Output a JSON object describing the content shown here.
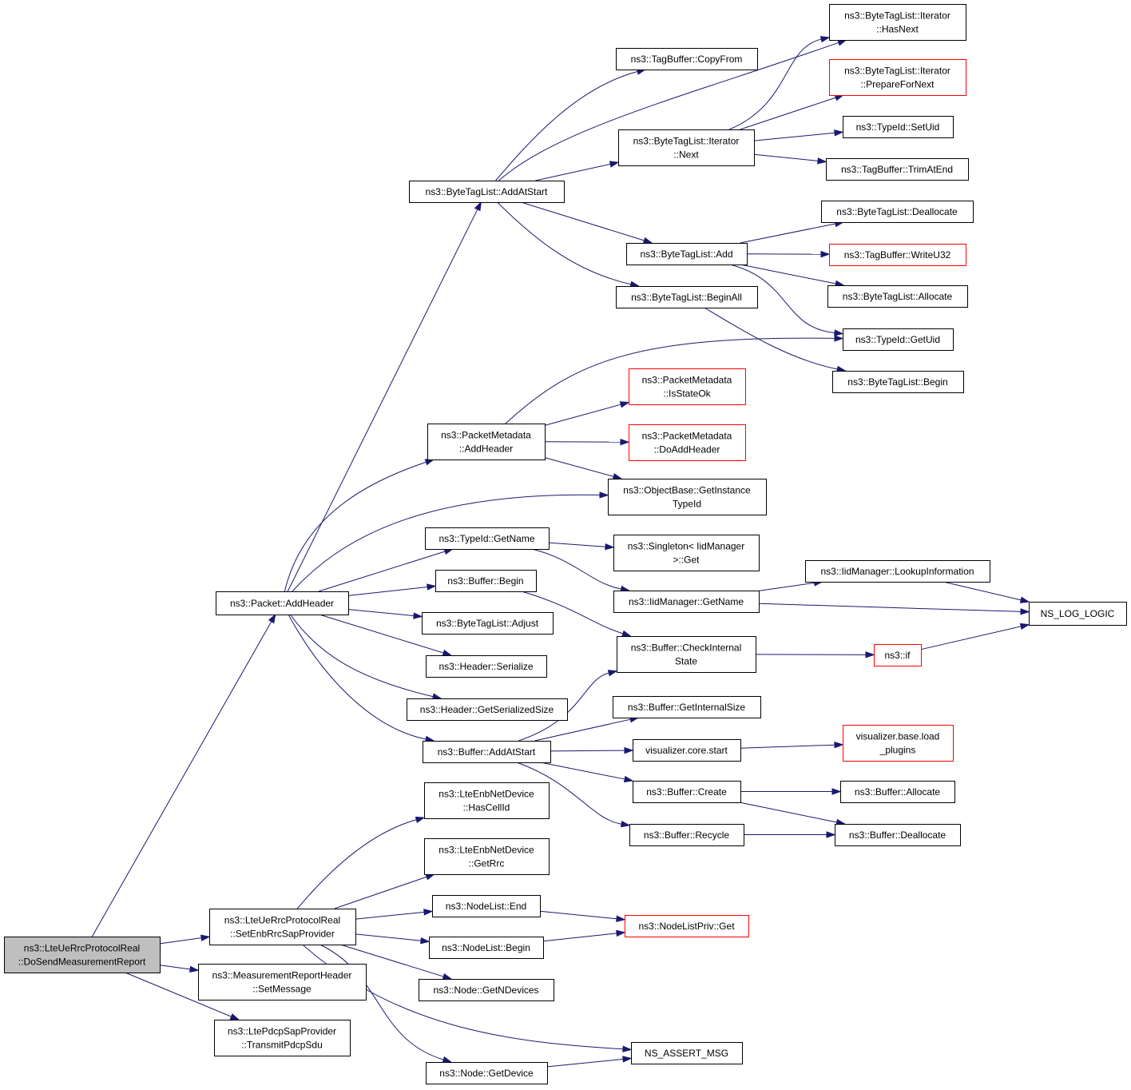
{
  "colors": {
    "edge": "#191970",
    "node_border": "#000000",
    "undocumented_border": "#ff0000",
    "root_fill": "#bfbfbf",
    "background": "#ffffff"
  },
  "nodes": [
    {
      "id": "root",
      "lines": [
        "ns3::LteUeRrcProtocolReal",
        "::DoSendMeasurementReport"
      ],
      "root": true
    },
    {
      "id": "packet_addheader",
      "lines": [
        "ns3::Packet::AddHeader"
      ]
    },
    {
      "id": "setenb",
      "lines": [
        "ns3::LteUeRrcProtocolReal",
        "::SetEnbRrcSapProvider"
      ]
    },
    {
      "id": "measreport",
      "lines": [
        "ns3::MeasurementReportHeader",
        "::SetMessage"
      ]
    },
    {
      "id": "transmitpdcp",
      "lines": [
        "ns3::LtePdcpSapProvider",
        "::TransmitPdcpSdu"
      ]
    },
    {
      "id": "btl_addatstart",
      "lines": [
        "ns3::ByteTagList::AddAtStart"
      ]
    },
    {
      "id": "tagbuffer_copyfrom",
      "lines": [
        "ns3::TagBuffer::CopyFrom"
      ]
    },
    {
      "id": "btl_iter_next",
      "lines": [
        "ns3::ByteTagList::Iterator",
        "::Next"
      ]
    },
    {
      "id": "btl_add",
      "lines": [
        "ns3::ByteTagList::Add"
      ]
    },
    {
      "id": "btl_beginall",
      "lines": [
        "ns3::ByteTagList::BeginAll"
      ]
    },
    {
      "id": "btl_iter_hasnext",
      "lines": [
        "ns3::ByteTagList::Iterator",
        "::HasNext"
      ]
    },
    {
      "id": "btl_iter_prepare",
      "lines": [
        "ns3::ByteTagList::Iterator",
        "::PrepareForNext"
      ],
      "red": true
    },
    {
      "id": "typeid_setuid",
      "lines": [
        "ns3::TypeId::SetUid"
      ]
    },
    {
      "id": "tagbuffer_trimatend",
      "lines": [
        "ns3::TagBuffer::TrimAtEnd"
      ]
    },
    {
      "id": "btl_deallocate",
      "lines": [
        "ns3::ByteTagList::Deallocate"
      ]
    },
    {
      "id": "tagbuffer_writeu32",
      "lines": [
        "ns3::TagBuffer::WriteU32"
      ],
      "red": true
    },
    {
      "id": "btl_allocate",
      "lines": [
        "ns3::ByteTagList::Allocate"
      ]
    },
    {
      "id": "typeid_getuid",
      "lines": [
        "ns3::TypeId::GetUid"
      ]
    },
    {
      "id": "btl_begin",
      "lines": [
        "ns3::ByteTagList::Begin"
      ]
    },
    {
      "id": "pm_addheader",
      "lines": [
        "ns3::PacketMetadata",
        "::AddHeader"
      ]
    },
    {
      "id": "pm_isstateok",
      "lines": [
        "ns3::PacketMetadata",
        "::IsStateOk"
      ],
      "red": true
    },
    {
      "id": "pm_doaddheader",
      "lines": [
        "ns3::PacketMetadata",
        "::DoAddHeader"
      ],
      "red": true
    },
    {
      "id": "objectbase_getinstancetypeid",
      "lines": [
        "ns3::ObjectBase::GetInstance",
        "TypeId"
      ]
    },
    {
      "id": "typeid_getname",
      "lines": [
        "ns3::TypeId::GetName"
      ]
    },
    {
      "id": "singleton_get",
      "lines": [
        "ns3::Singleton< IidManager",
        ">::Get"
      ]
    },
    {
      "id": "iidmanager_getname",
      "lines": [
        "ns3::IidManager::GetName"
      ]
    },
    {
      "id": "iidmanager_lookup",
      "lines": [
        "ns3::IidManager::LookupInformation"
      ]
    },
    {
      "id": "ns_log_logic",
      "lines": [
        "NS_LOG_LOGIC"
      ]
    },
    {
      "id": "buffer_begin",
      "lines": [
        "ns3::Buffer::Begin"
      ]
    },
    {
      "id": "btl_adjust",
      "lines": [
        "ns3::ByteTagList::Adjust"
      ]
    },
    {
      "id": "header_serialize",
      "lines": [
        "ns3::Header::Serialize"
      ]
    },
    {
      "id": "header_getserializedsize",
      "lines": [
        "ns3::Header::GetSerializedSize"
      ]
    },
    {
      "id": "buffer_checkinternalstate",
      "lines": [
        "ns3::Buffer::CheckInternal",
        "State"
      ]
    },
    {
      "id": "ns3_if",
      "lines": [
        "ns3::if"
      ],
      "red": true
    },
    {
      "id": "buffer_getinternalsize",
      "lines": [
        "ns3::Buffer::GetInternalSize"
      ]
    },
    {
      "id": "buffer_addatstart",
      "lines": [
        "ns3::Buffer::AddAtStart"
      ]
    },
    {
      "id": "visualizer_core_start",
      "lines": [
        "visualizer.core.start"
      ]
    },
    {
      "id": "visualizer_base_load",
      "lines": [
        "visualizer.base.load",
        "_plugins"
      ],
      "red": true
    },
    {
      "id": "buffer_create",
      "lines": [
        "ns3::Buffer::Create"
      ]
    },
    {
      "id": "buffer_allocate",
      "lines": [
        "ns3::Buffer::Allocate"
      ]
    },
    {
      "id": "buffer_recycle",
      "lines": [
        "ns3::Buffer::Recycle"
      ]
    },
    {
      "id": "buffer_deallocate",
      "lines": [
        "ns3::Buffer::Deallocate"
      ]
    },
    {
      "id": "lteenb_hascellid",
      "lines": [
        "ns3::LteEnbNetDevice",
        "::HasCellId"
      ]
    },
    {
      "id": "lteenb_getrrc",
      "lines": [
        "ns3::LteEnbNetDevice",
        "::GetRrc"
      ]
    },
    {
      "id": "nodelist_end",
      "lines": [
        "ns3::NodeList::End"
      ]
    },
    {
      "id": "nodelistpriv_get",
      "lines": [
        "ns3::NodeListPriv::Get"
      ],
      "red": true
    },
    {
      "id": "nodelist_begin",
      "lines": [
        "ns3::NodeList::Begin"
      ]
    },
    {
      "id": "node_getndevices",
      "lines": [
        "ns3::Node::GetNDevices"
      ]
    },
    {
      "id": "ns_assert_msg",
      "lines": [
        "NS_ASSERT_MSG"
      ]
    },
    {
      "id": "node_getdevice",
      "lines": [
        "ns3::Node::GetDevice"
      ]
    }
  ]
}
